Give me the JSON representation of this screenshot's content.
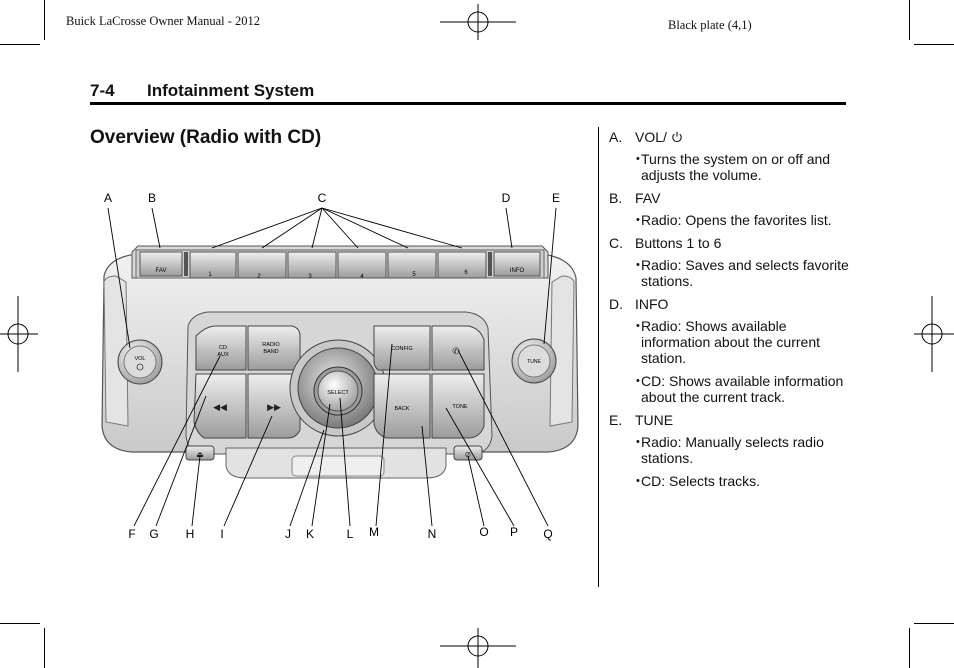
{
  "header": {
    "manual": "Buick LaCrosse Owner Manual - 2012",
    "plate": "Black plate (4,1)"
  },
  "section": {
    "number": "7-4",
    "title": "Infotainment System"
  },
  "heading": "Overview (Radio with CD)",
  "figure": {
    "callouts": [
      "A",
      "B",
      "C",
      "D",
      "E",
      "F",
      "G",
      "H",
      "I",
      "J",
      "K",
      "L",
      "M",
      "N",
      "O",
      "P",
      "Q"
    ],
    "buttons": {
      "fav": "FAV",
      "p1": "1",
      "p2": "2",
      "p3": "3",
      "p4": "4",
      "p5": "5",
      "p6": "6",
      "info": "INFO",
      "vol": "VOL",
      "tune": "TUNE",
      "cd_aux_1": "CD",
      "cd_aux_2": "AUX",
      "radio_band_1": "RADIO",
      "radio_band_2": "BAND",
      "config": "CONFIG",
      "select": "SELECT",
      "back": "BACK",
      "tone": "TONE"
    }
  },
  "items": [
    {
      "letter": "A.",
      "label": "VOL/",
      "has_power_icon": true,
      "bullets": [
        "Turns the system on or off and adjusts the volume."
      ]
    },
    {
      "letter": "B.",
      "label": "FAV",
      "bullets": [
        "Radio: Opens the favorites list."
      ]
    },
    {
      "letter": "C.",
      "label": "Buttons 1 to 6",
      "bullets": [
        "Radio: Saves and selects favorite stations."
      ]
    },
    {
      "letter": "D.",
      "label": "INFO",
      "bullets": [
        "Radio: Shows available information about the current station.",
        "CD: Shows available information about the current track."
      ]
    },
    {
      "letter": "E.",
      "label": "TUNE",
      "bullets": [
        "Radio: Manually selects radio stations.",
        "CD: Selects tracks."
      ]
    }
  ]
}
